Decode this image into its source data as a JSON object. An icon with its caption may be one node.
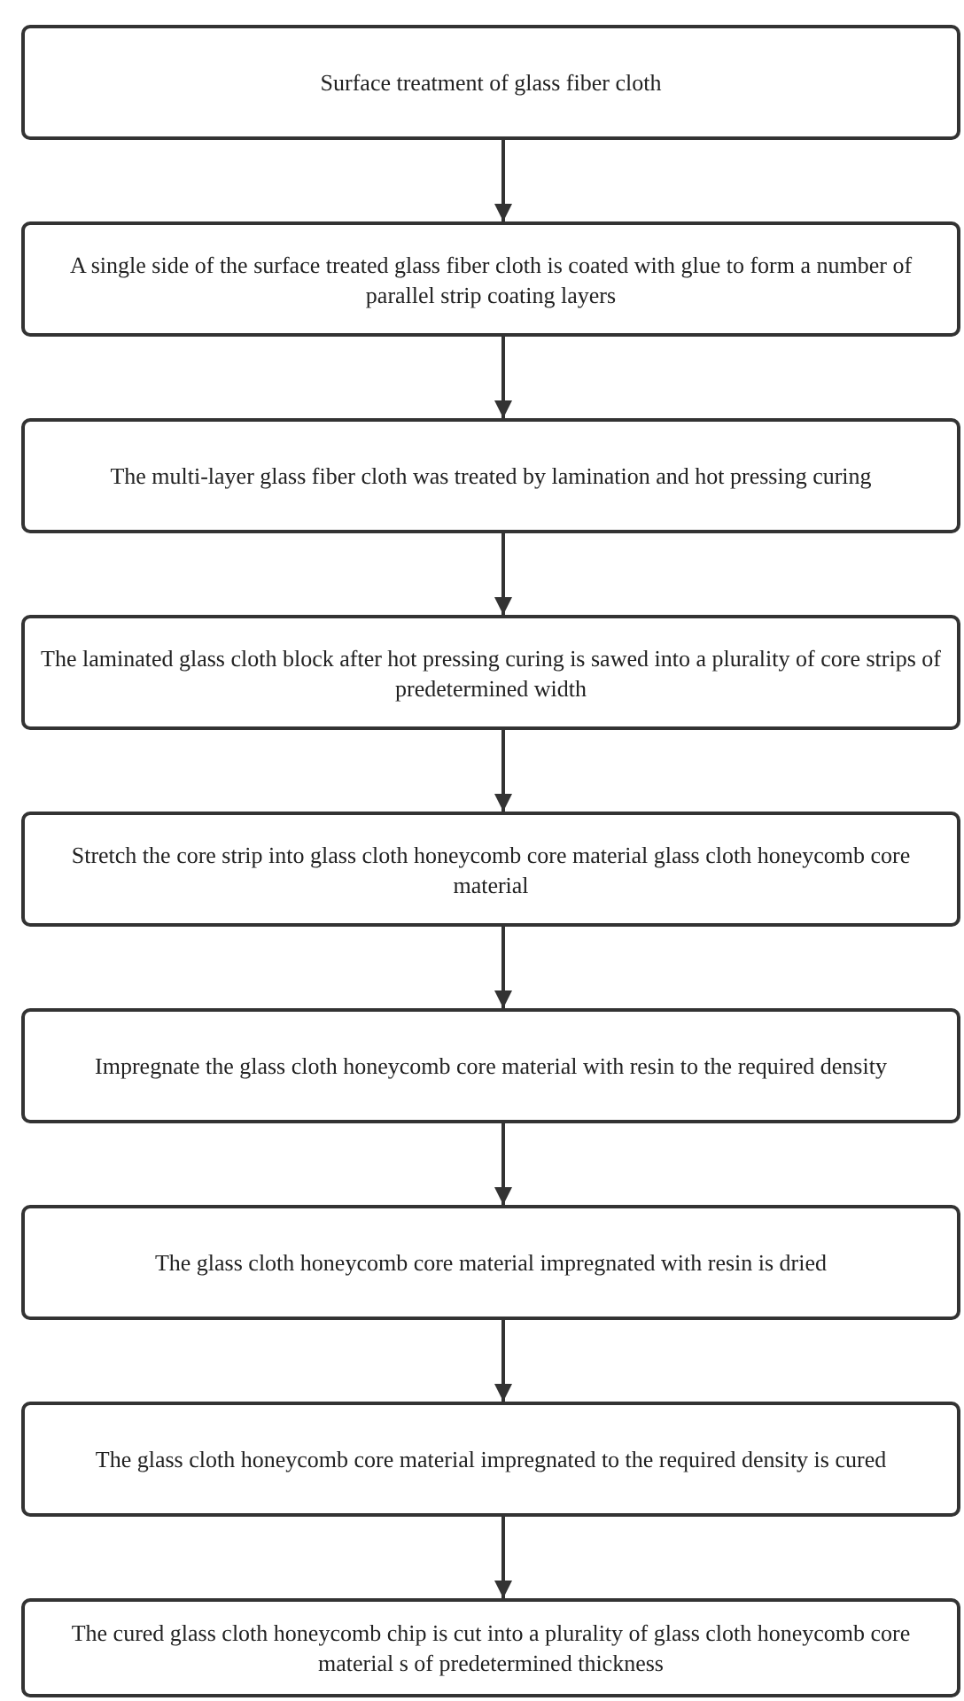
{
  "diagram": {
    "nodes": [
      {
        "text": [
          "Surface treatment of glass fiber cloth"
        ]
      },
      {
        "text": [
          "A single side of the surface treated glass fiber cloth is coated with glue to form a number of parallel strip coating layers"
        ]
      },
      {
        "text": [
          "The multi-layer glass fiber cloth was treated by lamination and hot pressing curing"
        ]
      },
      {
        "text": [
          "The laminated glass cloth block after hot pressing curing is sawed into a plurality of core strips of predetermined width"
        ]
      },
      {
        "text": [
          "Stretch the core strip into glass cloth honeycomb core material glass cloth honeycomb core material"
        ]
      },
      {
        "text": [
          "Impregnate the glass cloth honeycomb core material with resin to the required density"
        ]
      },
      {
        "text": [
          "The glass cloth honeycomb core material impregnated with resin is dried"
        ]
      },
      {
        "text": [
          "The glass cloth honeycomb core material impregnated to the required density is cured"
        ]
      },
      {
        "text": [
          "The cured glass cloth honeycomb chip is cut into a plurality of glass cloth honeycomb core material s of predetermined thickness"
        ]
      }
    ],
    "edges": [
      {
        "from": 0,
        "to": 1,
        "arrow": "to"
      },
      {
        "from": 1,
        "to": 2,
        "arrow": "to"
      },
      {
        "from": 2,
        "to": 3,
        "arrow": "to"
      },
      {
        "from": 3,
        "to": 4,
        "arrow": "to"
      },
      {
        "from": 4,
        "to": 5,
        "arrow": "to"
      },
      {
        "from": 5,
        "to": 6,
        "arrow": "to"
      },
      {
        "from": 6,
        "to": 7,
        "arrow": "to"
      },
      {
        "from": 7,
        "to": 8,
        "arrow": "to"
      }
    ]
  }
}
